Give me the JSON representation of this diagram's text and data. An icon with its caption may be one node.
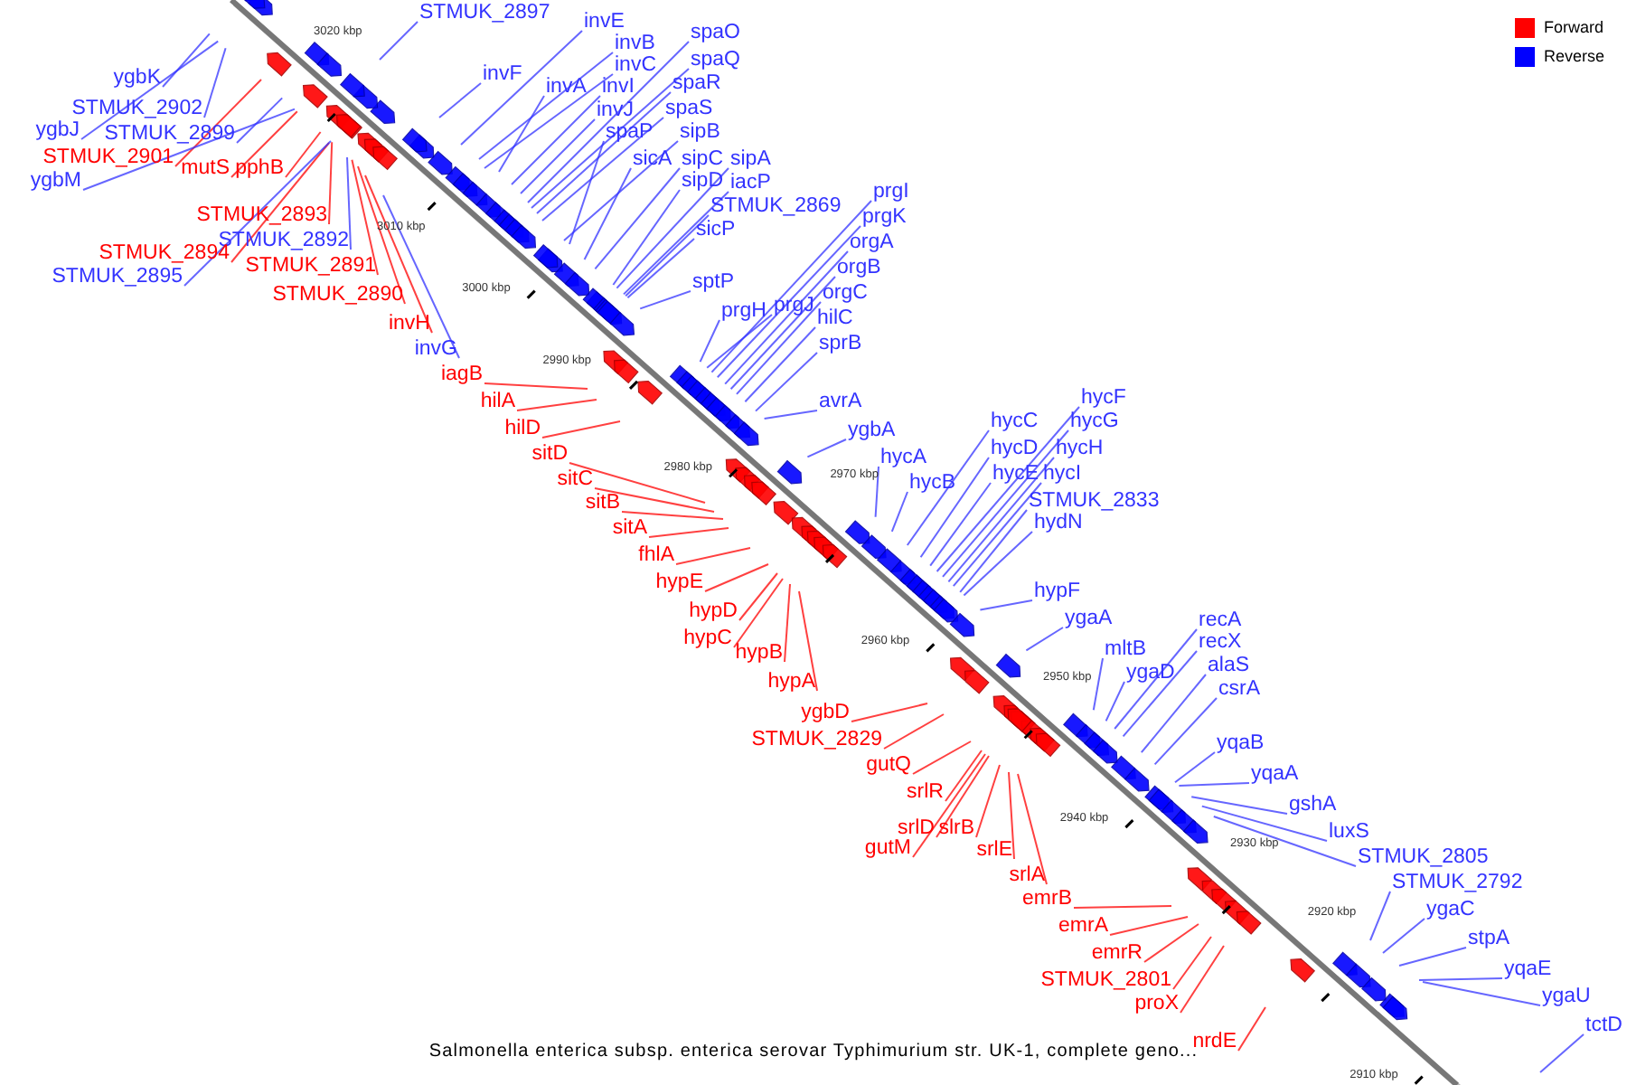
{
  "diagram": {
    "caption": "Salmonella enterica subsp. enterica serovar Typhimurium str. UK-1, complete geno...",
    "nodes": [
      {
        "text": [
          "ygbK"
        ]
      },
      {
        "text": [
          "STMUK_2902"
        ]
      },
      {
        "text": [
          "ygbJ"
        ]
      },
      {
        "text": [
          "STMUK_2899"
        ]
      },
      {
        "text": [
          "STMUK_2901"
        ]
      },
      {
        "text": [
          "ygbM"
        ]
      },
      {
        "text": [
          "mutS"
        ]
      },
      {
        "text": [
          "pphB"
        ]
      },
      {
        "text": [
          "STMUK_2893"
        ]
      },
      {
        "text": [
          "STMUK_2892"
        ]
      },
      {
        "text": [
          "STMUK_2894"
        ]
      },
      {
        "text": [
          "STMUK_2891"
        ]
      },
      {
        "text": [
          "STMUK_2895"
        ]
      },
      {
        "text": [
          "STMUK_2890"
        ]
      },
      {
        "text": [
          "invH"
        ]
      },
      {
        "text": [
          "invG"
        ]
      },
      {
        "text": [
          "STMUK_2897"
        ]
      },
      {
        "text": [
          "invE"
        ]
      },
      {
        "text": [
          "invF"
        ]
      },
      {
        "text": [
          "invB"
        ]
      },
      {
        "text": [
          "invC"
        ]
      },
      {
        "text": [
          "invA"
        ]
      },
      {
        "text": [
          "invI"
        ]
      },
      {
        "text": [
          "invJ"
        ]
      },
      {
        "text": [
          "spaO"
        ]
      },
      {
        "text": [
          "spaQ"
        ]
      },
      {
        "text": [
          "spaR"
        ]
      },
      {
        "text": [
          "spaS"
        ]
      },
      {
        "text": [
          "spaP"
        ]
      },
      {
        "text": [
          "sicA"
        ]
      },
      {
        "text": [
          "sipB"
        ]
      },
      {
        "text": [
          "sipC"
        ]
      },
      {
        "text": [
          "sipA"
        ]
      },
      {
        "text": [
          "sipD"
        ]
      },
      {
        "text": [
          "iacP"
        ]
      },
      {
        "text": [
          "STMUK_2869"
        ]
      },
      {
        "text": [
          "sicP"
        ]
      },
      {
        "text": [
          "sptP"
        ]
      },
      {
        "text": [
          "prgH"
        ]
      },
      {
        "text": [
          "prgJ"
        ]
      },
      {
        "text": [
          "prgI"
        ]
      },
      {
        "text": [
          "prgK"
        ]
      },
      {
        "text": [
          "orgA"
        ]
      },
      {
        "text": [
          "orgB"
        ]
      },
      {
        "text": [
          "orgC"
        ]
      },
      {
        "text": [
          "hilC"
        ]
      },
      {
        "text": [
          "sprB"
        ]
      },
      {
        "text": [
          "iagB"
        ]
      },
      {
        "text": [
          "hilA"
        ]
      },
      {
        "text": [
          "hilD"
        ]
      },
      {
        "text": [
          "sitD"
        ]
      },
      {
        "text": [
          "sitC"
        ]
      },
      {
        "text": [
          "sitB"
        ]
      },
      {
        "text": [
          "sitA"
        ]
      },
      {
        "text": [
          "fhlA"
        ]
      },
      {
        "text": [
          "hypE"
        ]
      },
      {
        "text": [
          "hypD"
        ]
      },
      {
        "text": [
          "hypC"
        ]
      },
      {
        "text": [
          "hypB"
        ]
      },
      {
        "text": [
          "hypA"
        ]
      },
      {
        "text": [
          "avrA"
        ]
      },
      {
        "text": [
          "ygbA"
        ]
      },
      {
        "text": [
          "hycA"
        ]
      },
      {
        "text": [
          "hycB"
        ]
      },
      {
        "text": [
          "hycC"
        ]
      },
      {
        "text": [
          "hycD"
        ]
      },
      {
        "text": [
          "hycE"
        ]
      },
      {
        "text": [
          "hycF"
        ]
      },
      {
        "text": [
          "hycG"
        ]
      },
      {
        "text": [
          "hycH"
        ]
      },
      {
        "text": [
          "hycI"
        ]
      },
      {
        "text": [
          "STMUK_2833"
        ]
      },
      {
        "text": [
          "hydN"
        ]
      },
      {
        "text": [
          "hypF"
        ]
      },
      {
        "text": [
          "ygaA"
        ]
      },
      {
        "text": [
          "ygbD"
        ]
      },
      {
        "text": [
          "STMUK_2829"
        ]
      },
      {
        "text": [
          "gutQ"
        ]
      },
      {
        "text": [
          "srlR"
        ]
      },
      {
        "text": [
          "srlD"
        ]
      },
      {
        "text": [
          "slrB"
        ]
      },
      {
        "text": [
          "gutM"
        ]
      },
      {
        "text": [
          "srlE"
        ]
      },
      {
        "text": [
          "srlA"
        ]
      },
      {
        "text": [
          "mltB"
        ]
      },
      {
        "text": [
          "ygaD"
        ]
      },
      {
        "text": [
          "recA"
        ]
      },
      {
        "text": [
          "recX"
        ]
      },
      {
        "text": [
          "alaS"
        ]
      },
      {
        "text": [
          "csrA"
        ]
      },
      {
        "text": [
          "yqaB"
        ]
      },
      {
        "text": [
          "yqaA"
        ]
      },
      {
        "text": [
          "gshA"
        ]
      },
      {
        "text": [
          "luxS"
        ]
      },
      {
        "text": [
          "STMUK_2805"
        ]
      },
      {
        "text": [
          "emrB"
        ]
      },
      {
        "text": [
          "emrA"
        ]
      },
      {
        "text": [
          "emrR"
        ]
      },
      {
        "text": [
          "STMUK_2801"
        ]
      },
      {
        "text": [
          "proX"
        ]
      },
      {
        "text": [
          "nrdE"
        ]
      },
      {
        "text": [
          "STMUK_2792"
        ]
      },
      {
        "text": [
          "ygaC"
        ]
      },
      {
        "text": [
          "stpA"
        ]
      },
      {
        "text": [
          "yqaE"
        ]
      },
      {
        "text": [
          "ygaU"
        ]
      },
      {
        "text": [
          "tctD"
        ]
      }
    ],
    "edges": [
      {
        "from": 0,
        "to": null,
        "arrow": "none"
      },
      {
        "from": 1,
        "to": null,
        "arrow": "none"
      },
      {
        "from": 2,
        "to": null,
        "arrow": "none"
      },
      {
        "from": 3,
        "to": null,
        "arrow": "none"
      },
      {
        "from": 4,
        "to": null,
        "arrow": "none",
        "color": "#ff0000"
      },
      {
        "from": 5,
        "to": null,
        "arrow": "none"
      },
      {
        "from": 6,
        "to": null,
        "arrow": "none",
        "color": "#ff0000"
      },
      {
        "from": 7,
        "to": null,
        "arrow": "none",
        "color": "#ff0000"
      },
      {
        "from": 8,
        "to": null,
        "arrow": "none",
        "color": "#ff0000"
      },
      {
        "from": 9,
        "to": null,
        "arrow": "none"
      },
      {
        "from": 10,
        "to": null,
        "arrow": "none",
        "color": "#ff0000"
      },
      {
        "from": 11,
        "to": null,
        "arrow": "none",
        "color": "#ff0000"
      },
      {
        "from": 12,
        "to": null,
        "arrow": "none"
      },
      {
        "from": 13,
        "to": null,
        "arrow": "none",
        "color": "#ff0000"
      },
      {
        "from": 14,
        "to": null,
        "arrow": "none",
        "color": "#ff0000"
      },
      {
        "from": 15,
        "to": null,
        "arrow": "none"
      },
      {
        "from": 16,
        "to": null,
        "arrow": "none"
      },
      {
        "from": 17,
        "to": null,
        "arrow": "none"
      },
      {
        "from": 18,
        "to": null,
        "arrow": "none"
      },
      {
        "from": 19,
        "to": null,
        "arrow": "none"
      },
      {
        "from": 20,
        "to": null,
        "arrow": "none"
      },
      {
        "from": 21,
        "to": null,
        "arrow": "none"
      },
      {
        "from": 22,
        "to": null,
        "arrow": "none"
      },
      {
        "from": 23,
        "to": null,
        "arrow": "none"
      },
      {
        "from": 24,
        "to": null,
        "arrow": "none"
      },
      {
        "from": 25,
        "to": null,
        "arrow": "none"
      },
      {
        "from": 26,
        "to": null,
        "arrow": "none"
      },
      {
        "from": 27,
        "to": null,
        "arrow": "none"
      },
      {
        "from": 28,
        "to": null,
        "arrow": "none"
      },
      {
        "from": 29,
        "to": null,
        "arrow": "none"
      },
      {
        "from": 30,
        "to": null,
        "arrow": "none"
      },
      {
        "from": 31,
        "to": null,
        "arrow": "none"
      },
      {
        "from": 32,
        "to": null,
        "arrow": "none"
      },
      {
        "from": 33,
        "to": null,
        "arrow": "none"
      },
      {
        "from": 34,
        "to": null,
        "arrow": "none"
      },
      {
        "from": 35,
        "to": null,
        "arrow": "none"
      },
      {
        "from": 36,
        "to": null,
        "arrow": "none"
      },
      {
        "from": 37,
        "to": null,
        "arrow": "none"
      },
      {
        "from": 38,
        "to": null,
        "arrow": "none"
      },
      {
        "from": 39,
        "to": null,
        "arrow": "none"
      },
      {
        "from": 40,
        "to": null,
        "arrow": "none"
      },
      {
        "from": 41,
        "to": null,
        "arrow": "none"
      },
      {
        "from": 42,
        "to": null,
        "arrow": "none"
      },
      {
        "from": 43,
        "to": null,
        "arrow": "none"
      },
      {
        "from": 44,
        "to": null,
        "arrow": "none"
      },
      {
        "from": 45,
        "to": null,
        "arrow": "none"
      },
      {
        "from": 46,
        "to": null,
        "arrow": "none"
      },
      {
        "from": 47,
        "to": null,
        "arrow": "none",
        "color": "#ff0000"
      },
      {
        "from": 48,
        "to": null,
        "arrow": "none",
        "color": "#ff0000"
      },
      {
        "from": 49,
        "to": null,
        "arrow": "none",
        "color": "#ff0000"
      },
      {
        "from": 50,
        "to": null,
        "arrow": "none",
        "color": "#ff0000"
      },
      {
        "from": 51,
        "to": null,
        "arrow": "none",
        "color": "#ff0000"
      },
      {
        "from": 52,
        "to": null,
        "arrow": "none",
        "color": "#ff0000"
      },
      {
        "from": 53,
        "to": null,
        "arrow": "none",
        "color": "#ff0000"
      },
      {
        "from": 54,
        "to": null,
        "arrow": "none",
        "color": "#ff0000"
      },
      {
        "from": 55,
        "to": null,
        "arrow": "none",
        "color": "#ff0000"
      },
      {
        "from": 56,
        "to": null,
        "arrow": "none",
        "color": "#ff0000"
      },
      {
        "from": 57,
        "to": null,
        "arrow": "none",
        "color": "#ff0000"
      },
      {
        "from": 58,
        "to": null,
        "arrow": "none",
        "color": "#ff0000"
      },
      {
        "from": 59,
        "to": null,
        "arrow": "none",
        "color": "#ff0000"
      },
      {
        "from": 60,
        "to": null,
        "arrow": "none"
      },
      {
        "from": 61,
        "to": null,
        "arrow": "none"
      },
      {
        "from": 62,
        "to": null,
        "arrow": "none"
      },
      {
        "from": 63,
        "to": null,
        "arrow": "none"
      },
      {
        "from": 64,
        "to": null,
        "arrow": "none"
      },
      {
        "from": 65,
        "to": null,
        "arrow": "none"
      },
      {
        "from": 66,
        "to": null,
        "arrow": "none"
      },
      {
        "from": 67,
        "to": null,
        "arrow": "none"
      },
      {
        "from": 68,
        "to": null,
        "arrow": "none"
      },
      {
        "from": 69,
        "to": null,
        "arrow": "none"
      },
      {
        "from": 70,
        "to": null,
        "arrow": "none"
      },
      {
        "from": 71,
        "to": null,
        "arrow": "none"
      },
      {
        "from": 72,
        "to": null,
        "arrow": "none"
      },
      {
        "from": 73,
        "to": null,
        "arrow": "none"
      },
      {
        "from": 74,
        "to": null,
        "arrow": "none"
      },
      {
        "from": 75,
        "to": null,
        "arrow": "none",
        "color": "#ff0000"
      },
      {
        "from": 76,
        "to": null,
        "arrow": "none",
        "color": "#ff0000"
      },
      {
        "from": 77,
        "to": null,
        "arrow": "none",
        "color": "#ff0000"
      },
      {
        "from": 78,
        "to": null,
        "arrow": "none",
        "color": "#ff0000"
      },
      {
        "from": 79,
        "to": null,
        "arrow": "none",
        "color": "#ff0000"
      },
      {
        "from": 80,
        "to": null,
        "arrow": "none",
        "color": "#ff0000"
      },
      {
        "from": 81,
        "to": null,
        "arrow": "none",
        "color": "#ff0000"
      },
      {
        "from": 82,
        "to": null,
        "arrow": "none",
        "color": "#ff0000"
      },
      {
        "from": 83,
        "to": null,
        "arrow": "none",
        "color": "#ff0000"
      },
      {
        "from": 84,
        "to": null,
        "arrow": "none"
      },
      {
        "from": 85,
        "to": null,
        "arrow": "none"
      },
      {
        "from": 86,
        "to": null,
        "arrow": "none"
      },
      {
        "from": 87,
        "to": null,
        "arrow": "none"
      },
      {
        "from": 88,
        "to": null,
        "arrow": "none"
      },
      {
        "from": 89,
        "to": null,
        "arrow": "none"
      },
      {
        "from": 90,
        "to": null,
        "arrow": "none"
      },
      {
        "from": 91,
        "to": null,
        "arrow": "none"
      },
      {
        "from": 92,
        "to": null,
        "arrow": "none"
      },
      {
        "from": 93,
        "to": null,
        "arrow": "none"
      },
      {
        "from": 94,
        "to": null,
        "arrow": "none"
      },
      {
        "from": 95,
        "to": null,
        "arrow": "none",
        "color": "#ff0000"
      },
      {
        "from": 96,
        "to": null,
        "arrow": "none",
        "color": "#ff0000"
      },
      {
        "from": 97,
        "to": null,
        "arrow": "none",
        "color": "#ff0000"
      },
      {
        "from": 98,
        "to": null,
        "arrow": "none",
        "color": "#ff0000"
      },
      {
        "from": 99,
        "to": null,
        "arrow": "none",
        "color": "#ff0000"
      },
      {
        "from": 100,
        "to": null,
        "arrow": "none",
        "color": "#ff0000"
      },
      {
        "from": 101,
        "to": null,
        "arrow": "none"
      },
      {
        "from": 102,
        "to": null,
        "arrow": "none"
      },
      {
        "from": 103,
        "to": null,
        "arrow": "none"
      },
      {
        "from": 104,
        "to": null,
        "arrow": "none"
      },
      {
        "from": 105,
        "to": null,
        "arrow": "none"
      },
      {
        "from": 106,
        "to": null,
        "arrow": "none"
      }
    ],
    "labels": [
      "3020 kbp",
      "3010 kbp",
      "3000 kbp",
      "2990 kbp",
      "2980 kbp",
      "2970 kbp",
      "2960 kbp",
      "2950 kbp",
      "2940 kbp",
      "2930 kbp",
      "2920 kbp",
      "2910 kbp"
    ],
    "legend": [
      {
        "text": "Forward",
        "color": "#ff0000"
      },
      {
        "text": "Reverse",
        "color": "#0000ff"
      }
    ]
  }
}
